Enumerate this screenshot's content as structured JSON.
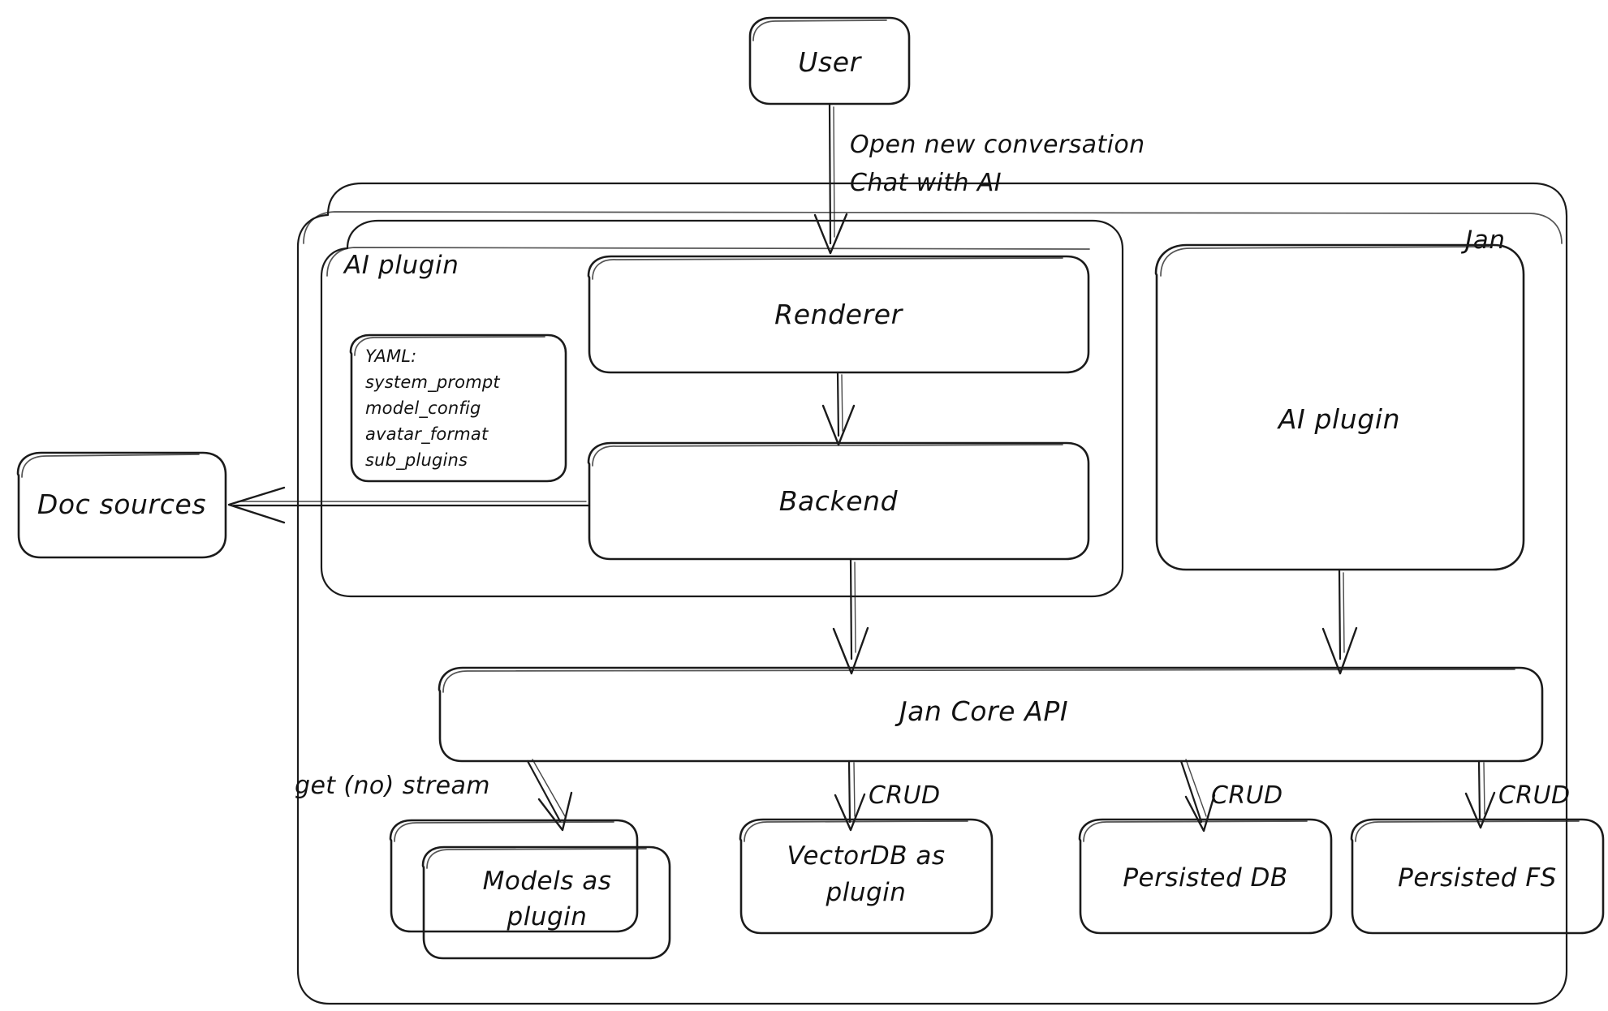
{
  "diagram": {
    "title": "Jan architecture diagram",
    "style": "hand-drawn",
    "stroke_color": "#1b1b1b",
    "background_color": "#ffffff"
  },
  "containers": {
    "jan": {
      "label": "Jan"
    },
    "ai_plugin_group": {
      "label": "AI plugin"
    }
  },
  "nodes": {
    "user": {
      "label": "User"
    },
    "renderer": {
      "label": "Renderer"
    },
    "backend": {
      "label": "Backend"
    },
    "ai_plugin_box": {
      "label": "AI plugin"
    },
    "doc_sources": {
      "label": "Doc sources"
    },
    "jan_core_api": {
      "label": "Jan Core API"
    },
    "models_plugin": {
      "line1": "Models as",
      "line2": "plugin"
    },
    "vectordb_plugin": {
      "line1": "VectorDB as",
      "line2": "plugin"
    },
    "persisted_db": {
      "label": "Persisted DB"
    },
    "persisted_fs": {
      "label": "Persisted FS"
    }
  },
  "yaml_card": {
    "header": "YAML:",
    "items": [
      "system_prompt",
      "model_config",
      "avatar_format",
      "sub_plugins"
    ]
  },
  "edges": {
    "user_to_renderer": {
      "line1": "Open new conversation",
      "line2": "Chat with AI"
    },
    "core_to_models": {
      "label": "get (no) stream"
    },
    "core_to_vectordb": {
      "label": "CRUD"
    },
    "core_to_db": {
      "label": "CRUD"
    },
    "core_to_fs": {
      "label": "CRUD"
    },
    "backend_to_docs": {
      "label": ""
    },
    "renderer_to_backend": {
      "label": ""
    },
    "backend_to_core": {
      "label": ""
    },
    "aiplugin_to_core": {
      "label": ""
    }
  }
}
